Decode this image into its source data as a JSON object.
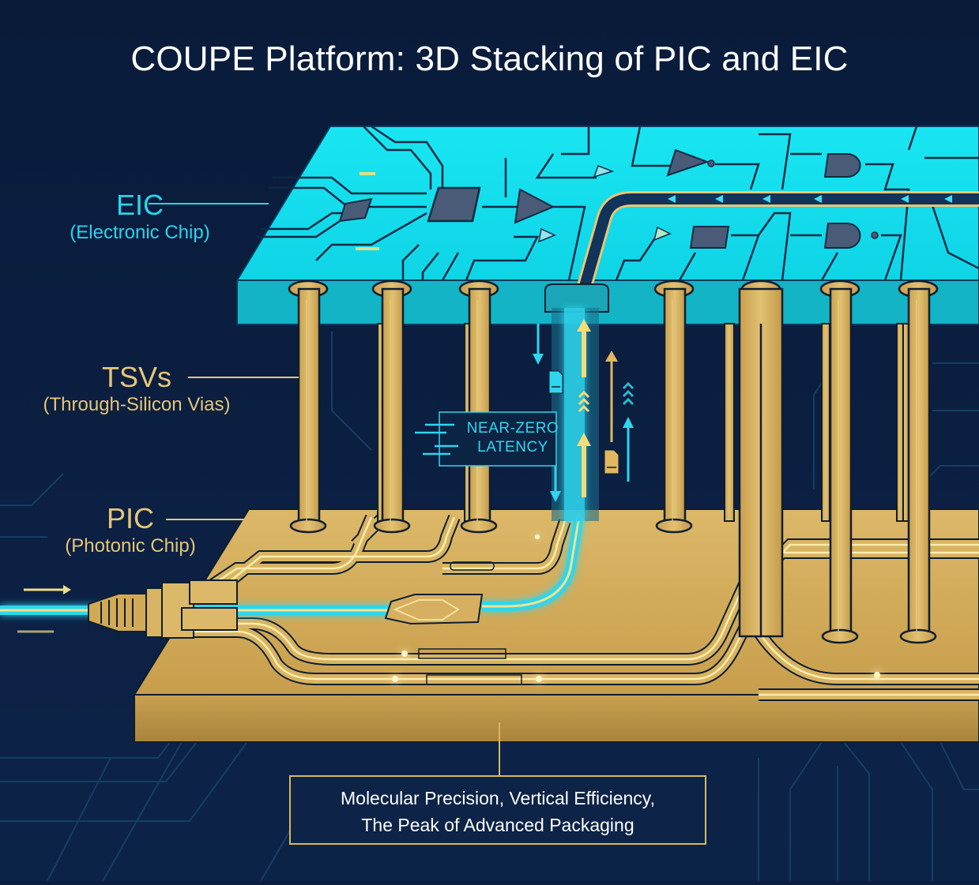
{
  "title": "COUPE Platform: 3D Stacking of PIC and EIC",
  "labels": {
    "eic": {
      "name": "EIC",
      "description": "(Electronic Chip)"
    },
    "tsv": {
      "name": "TSVs",
      "description": "(Through-Silicon Vias)"
    },
    "pic": {
      "name": "PIC",
      "description": "(Photonic Chip)"
    }
  },
  "callout": {
    "line1": "NEAR-ZERO",
    "line2": "LATENCY"
  },
  "caption": {
    "line1": "Molecular Precision, Vertical Efficiency,",
    "line2": "The Peak of Advanced Packaging"
  },
  "colors": {
    "background": "#0b1e3f",
    "eic_layer": "#14e0ee",
    "pic_layer": "#d4ad5a",
    "tsv": "#d9b460",
    "optical_signal": "#2fd6ee",
    "title_text": "#ffffff"
  },
  "icons": [
    "fiber-connector-icon",
    "document-icon",
    "arrow-up-icon",
    "arrow-down-icon",
    "logic-gate-icon",
    "chip-icon",
    "amplifier-icon"
  ]
}
